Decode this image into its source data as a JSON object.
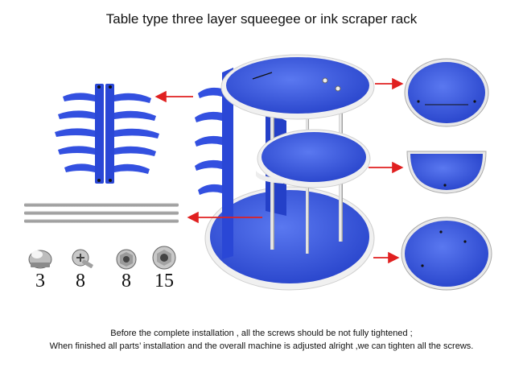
{
  "title": "Table type three layer squeegee or ink scraper rack",
  "hardware_counts": [
    {
      "name": "acorn-nut",
      "count": "3"
    },
    {
      "name": "phillips-screw",
      "count": "8"
    },
    {
      "name": "flange-nut",
      "count": "8"
    },
    {
      "name": "serrated-flange-nut",
      "count": "15"
    }
  ],
  "notes": [
    "Before the complete installation , all the screws should be not fully tightened ;",
    "When finished all parts’ installation and the overall machine is adjusted alright ,we can tighten all the screws."
  ],
  "colors": {
    "panel_blue": "#2f4fd8",
    "rod_steel": "#a9a9a9",
    "arrow_red": "#e02020",
    "rim_white": "#f2f2f2"
  }
}
